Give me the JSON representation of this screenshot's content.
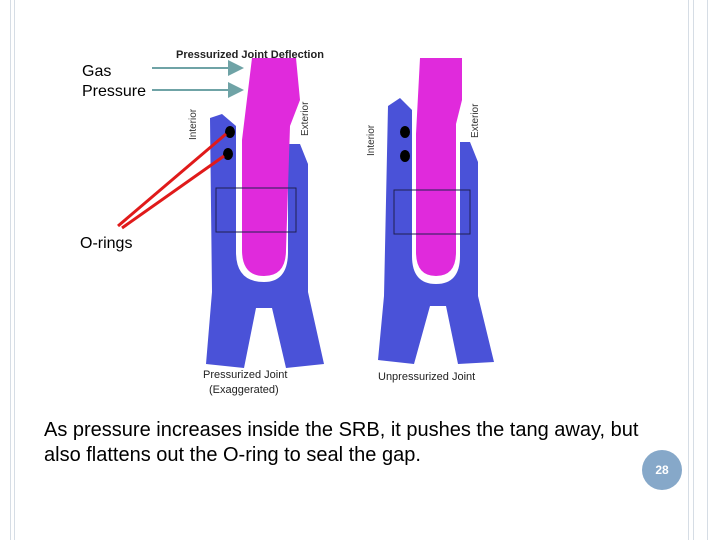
{
  "slide": {
    "caption": "As pressure increases inside the SRB, it pushes the tang away, but also flattens out the O-ring to seal the gap.",
    "page_number": "28"
  },
  "callouts": {
    "gas_pressure": "Gas\nPressure",
    "o_rings": "O-rings"
  },
  "diagram": {
    "title": "Pressurized Joint Deflection",
    "left_joint": {
      "interior_label": "Interior",
      "exterior_label": "Exterior",
      "caption_line1": "Pressurized Joint",
      "caption_line2": "(Exaggerated)"
    },
    "right_joint": {
      "interior_label": "Interior",
      "exterior_label": "Exterior",
      "caption": "Unpressurized Joint"
    },
    "colors": {
      "clevis": "#4a52d8",
      "tang": "#e02adc",
      "arrow": "#6fa3a6",
      "pointer": "#e01a1a"
    }
  }
}
